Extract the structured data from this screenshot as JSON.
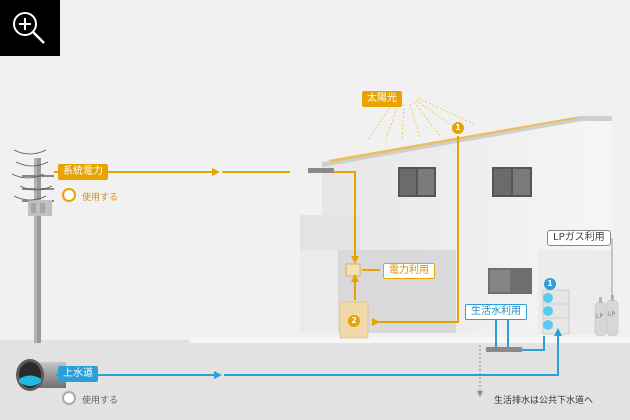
{
  "zoom_button": {
    "icon": "zoom-in-icon"
  },
  "labels": {
    "solar": "太陽光",
    "grid_power": "系統電力",
    "grid_use": "使用する",
    "power_use": "電力利用",
    "lp_gas": "LPガス利用",
    "domestic_water": "生活水利用",
    "water_supply": "上水道",
    "water_use": "使用する",
    "drainage": "生活排水は公共下水道へ",
    "lp_cylinder_1": "LP",
    "lp_cylinder_2": "LP"
  },
  "markers": {
    "m1": "1",
    "m2": "2",
    "m3": "1"
  },
  "colors": {
    "power": "#e8a300",
    "water": "#2d9fd8",
    "background": "#f1f1f1",
    "ground": "#e0e0e0"
  },
  "options": {
    "grid_power_selected": true,
    "water_supply_selected": false
  }
}
